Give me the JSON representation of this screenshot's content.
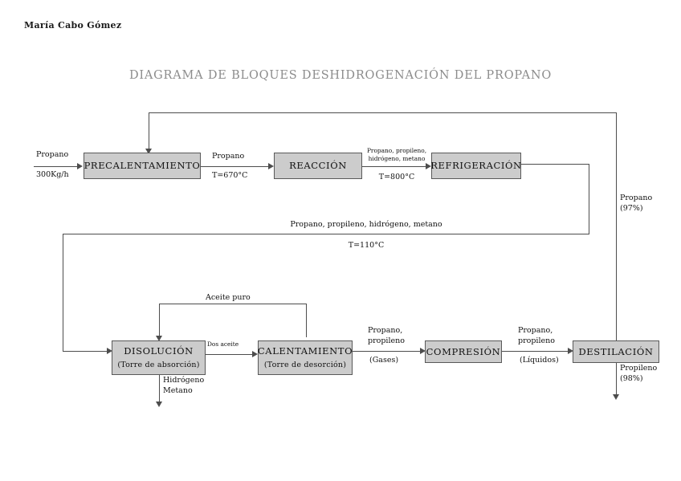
{
  "author": "María Cabo Gómez",
  "title": "DIAGRAMA DE BLOQUES DESHIDROGENACIÓN DEL PROPANO",
  "colors": {
    "block_fill": "#cccccc",
    "block_border": "#595959",
    "line": "#4d4d4d",
    "title_text": "#8c8c8c",
    "body_text": "#111111",
    "page_background": "#ffffff"
  },
  "blocks": [
    {
      "id": "precalentamiento",
      "label": "PRECALENTAMIENTO",
      "sublabel": ""
    },
    {
      "id": "reaccion",
      "label": "REACCIÓN",
      "sublabel": ""
    },
    {
      "id": "refrigeracion",
      "label": "REFRIGERACIÓN",
      "sublabel": ""
    },
    {
      "id": "disolucion",
      "label": "DISOLUCIÓN",
      "sublabel": "(Torre de absorción)"
    },
    {
      "id": "calentamiento",
      "label": "CALENTAMIENTO",
      "sublabel": "(Torre de desorción)"
    },
    {
      "id": "compresion",
      "label": "COMPRESIÓN",
      "sublabel": ""
    },
    {
      "id": "destilacion",
      "label": "DESTILACIÓN",
      "sublabel": ""
    }
  ],
  "streams": {
    "feed_name": "Propano",
    "feed_rate": "300Kg/h",
    "pre_to_rea_name": "Propano",
    "pre_to_rea_temp": "T=670°C",
    "rea_to_ref_comp": "Propano, propileno,",
    "rea_to_ref_comp2": "hidrógeno, metano",
    "rea_to_ref_temp": "T=800°C",
    "recycle_propano_name": "Propano",
    "recycle_propano_purity": "(97%)",
    "ref_to_dis_comp": "Propano, propileno, hidrógeno, metano",
    "ref_to_dis_temp": "T=110°C",
    "aceite_puro": "Aceite puro",
    "dis_to_cal": "Dos aceite",
    "dis_vent_1": "Hidrógeno",
    "dis_vent_2": "Metano",
    "cal_to_com_1": "Propano,",
    "cal_to_com_2": "propileno",
    "cal_to_com_phase": "(Gases)",
    "com_to_des_1": "Propano,",
    "com_to_des_2": "propileno",
    "com_to_des_phase": "(Líquidos)",
    "product_name": "Propileno",
    "product_purity": "(98%)"
  }
}
